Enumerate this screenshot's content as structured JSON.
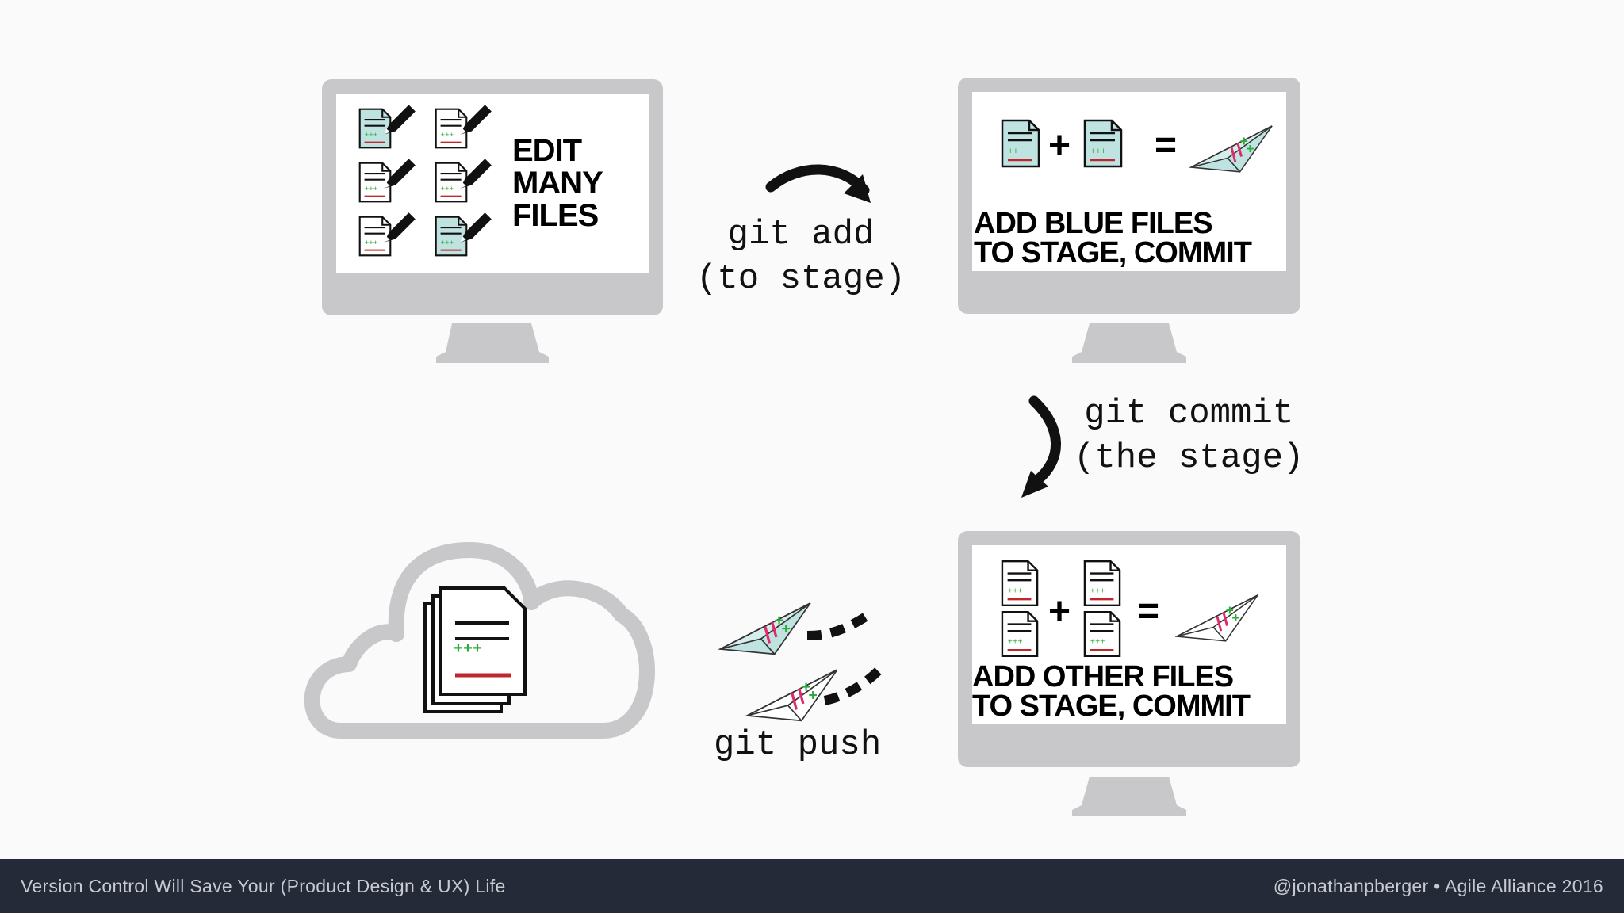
{
  "panels": {
    "edit": {
      "line1": "EDIT",
      "line2": "MANY",
      "line3": "FILES"
    },
    "stage_blue": {
      "line1": "ADD BLUE FILES",
      "line2": "TO STAGE, COMMIT",
      "plus": "+",
      "equals": "="
    },
    "stage_other": {
      "line1": "ADD OTHER FILES",
      "line2": "TO STAGE, COMMIT",
      "plus": "+",
      "equals": "="
    }
  },
  "arrows": {
    "add": {
      "line1": "git add",
      "line2": "(to stage)"
    },
    "commit": {
      "line1": "git commit",
      "line2": "(the stage)"
    },
    "push": {
      "line1": "git push"
    }
  },
  "cloud": {
    "doc_marks": "+++"
  },
  "footer": {
    "left": "Version Control Will Save Your (Product Design & UX) Life",
    "right": "@jonathanpberger • Agile Alliance 2016"
  },
  "colors": {
    "monitor": "#c8c8ca",
    "doc_blue": "#bfe3e0",
    "plus_green": "#2faa3a",
    "line_red": "#c0272d",
    "footer_bg": "#252a38"
  }
}
